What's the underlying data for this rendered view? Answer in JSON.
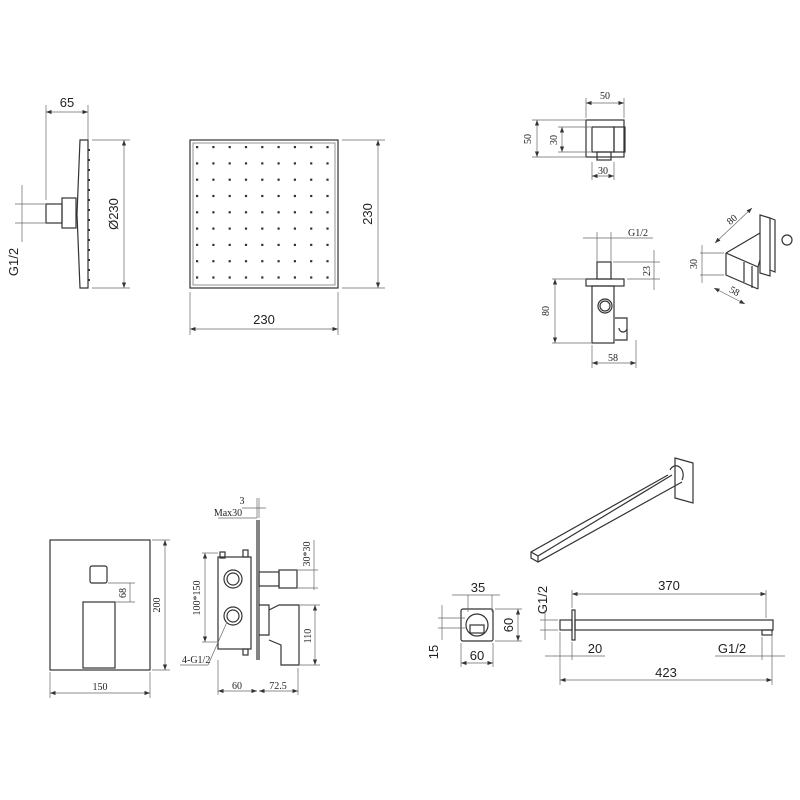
{
  "shower_head": {
    "depth": "65",
    "inlet": "G1/2",
    "diameter": "Ø230",
    "width": "230",
    "height": "230"
  },
  "hand_holder_top": {
    "width": "50",
    "height": "50",
    "inner_height": "30",
    "inner_width": "30"
  },
  "hand_holder_side": {
    "thread": "G1/2",
    "stub": "23",
    "height": "80",
    "width": "58"
  },
  "hand_holder_iso": {
    "length": "80",
    "height": "30",
    "width": "58"
  },
  "mixer_front": {
    "width": "150",
    "height": "200",
    "offset": "68"
  },
  "mixer_side": {
    "plate": "3",
    "max_depth": "Max30",
    "box": "100*150",
    "spout": "30*30",
    "handle": "110",
    "inlets": "4-G1/2",
    "box_depth": "60",
    "projection": "72.5"
  },
  "arm_end": {
    "width_top": "35",
    "height": "60",
    "offset": "15",
    "width": "60"
  },
  "arm_side": {
    "thread_in": "G1/2",
    "length": "370",
    "flange": "20",
    "thread_out": "G1/2",
    "total": "423"
  }
}
